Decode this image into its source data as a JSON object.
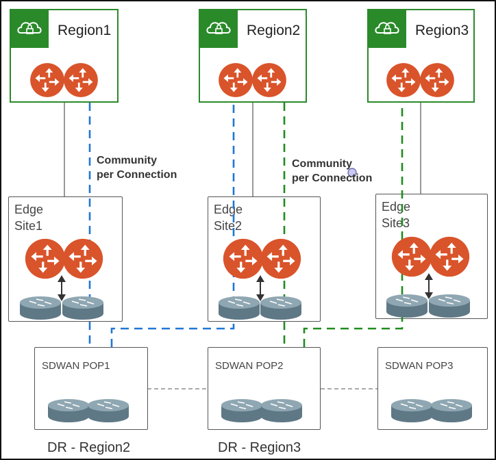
{
  "regions": [
    {
      "title": "Region1"
    },
    {
      "title": "Region2"
    },
    {
      "title": "Region3"
    }
  ],
  "edges": [
    {
      "line1": "Edge",
      "line2": "Site1"
    },
    {
      "line1": "Edge",
      "line2": "Site2"
    },
    {
      "line1": "Edge",
      "line2": "Site3"
    }
  ],
  "pops": [
    {
      "title": "SDWAN POP1"
    },
    {
      "title": "SDWAN POP2"
    },
    {
      "title": "SDWAN POP3"
    }
  ],
  "annotations": [
    {
      "line1": "Community",
      "line2": "per Connection"
    },
    {
      "line1": "Community",
      "line2": "per Connection"
    }
  ],
  "bottom_labels": [
    "DR - Region2",
    "DR - Region3"
  ],
  "colors": {
    "region_green": "#2a8a2a",
    "router_orange": "#d9542b",
    "blue_dashed": "#1f77d4",
    "green_dashed": "#1e8c1e",
    "gray_router": "#6f8a96"
  },
  "icons": [
    "cloud-lock-icon",
    "router-orange-icon",
    "router-gray-icon",
    "arrow-bidirectional-icon"
  ]
}
